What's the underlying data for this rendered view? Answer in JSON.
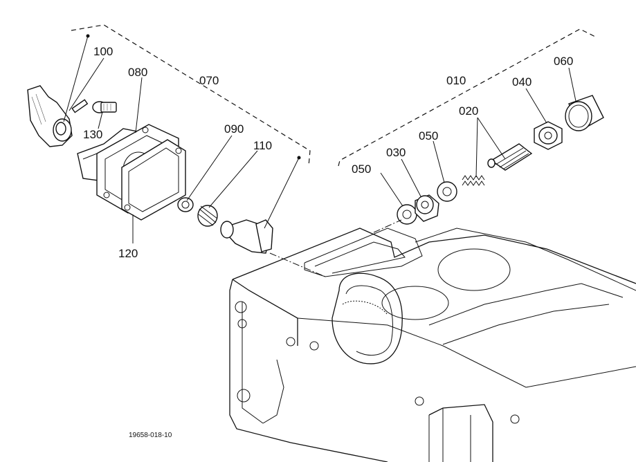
{
  "labels": {
    "p010": "010",
    "p020": "020",
    "p030": "030",
    "p040": "040",
    "p050a": "050",
    "p050b": "050",
    "p060": "060",
    "p070": "070",
    "p080": "080",
    "p090": "090",
    "p100": "100",
    "p110": "110",
    "p120": "120",
    "p130": "130"
  },
  "figure_code": "19658-018-10"
}
